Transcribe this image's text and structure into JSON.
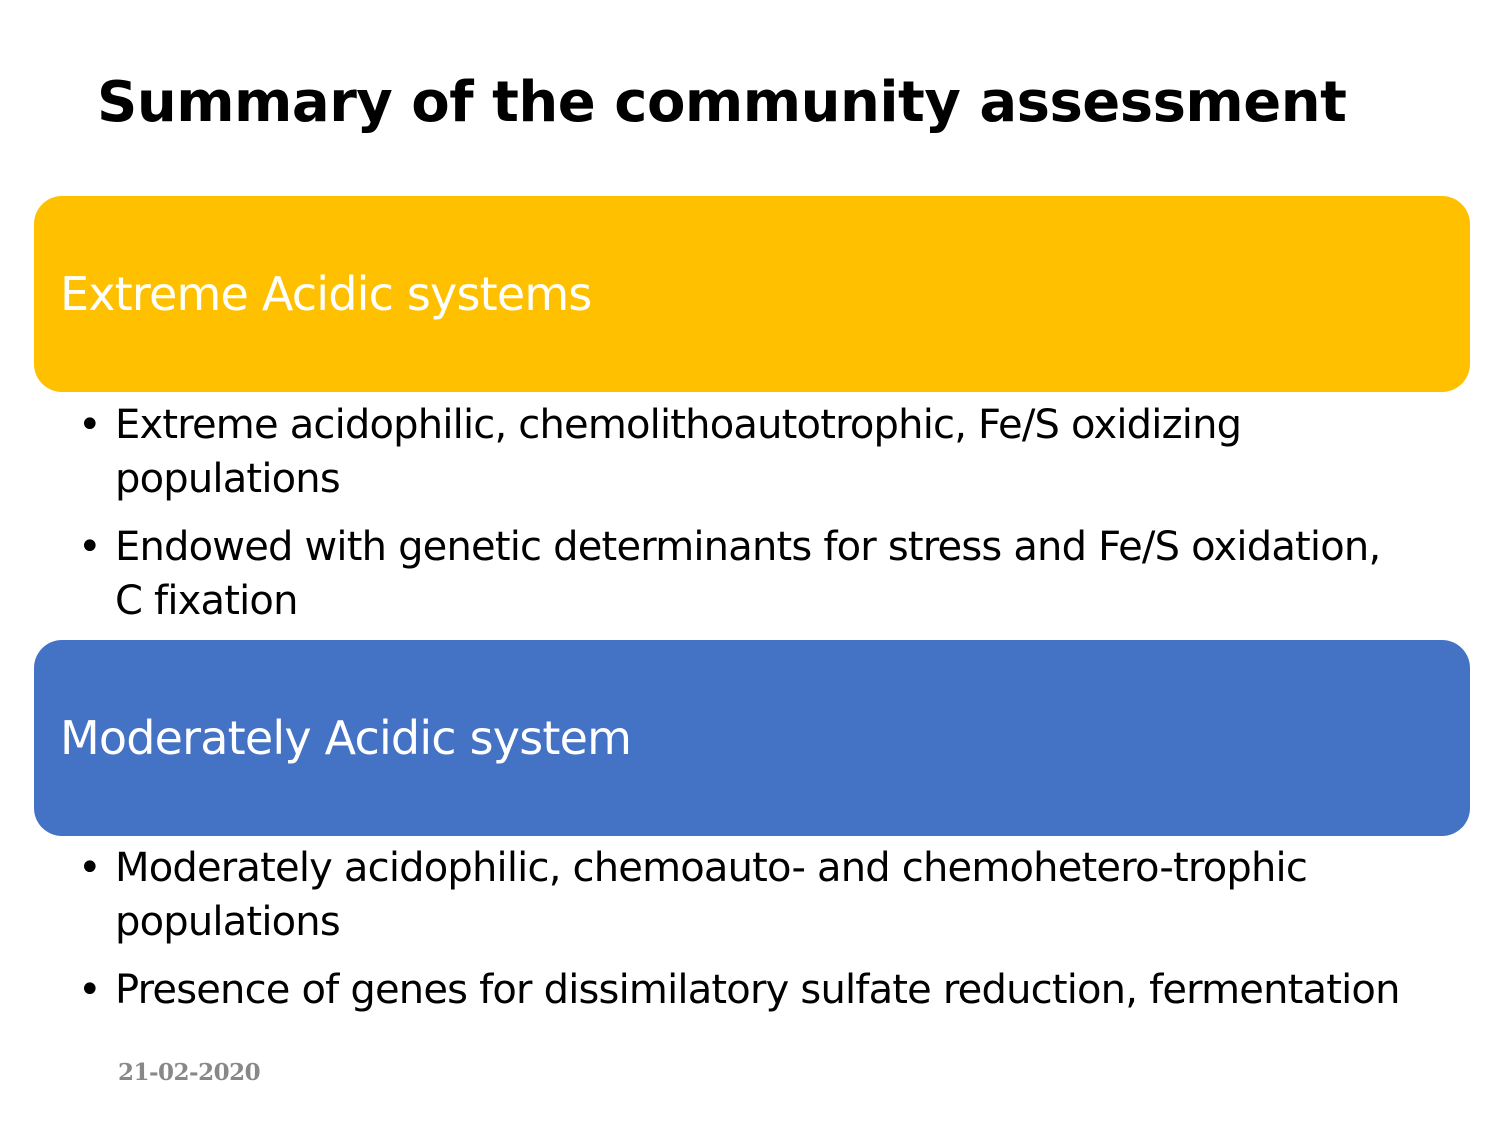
{
  "slide": {
    "title": "Summary of the community assessment",
    "sections": [
      {
        "heading": "Extreme Acidic systems",
        "color": "#FFC000",
        "bullets": [
          "Extreme acidophilic, chemolithoautotrophic, Fe/S oxidizing populations",
          "Endowed with genetic determinants for stress and Fe/S oxidation, C fixation"
        ]
      },
      {
        "heading": "Moderately Acidic system",
        "color": "#4472C4",
        "bullets": [
          "Moderately acidophilic, chemoauto- and chemohetero-trophic populations",
          "Presence of genes for dissimilatory sulfate reduction, fermentation"
        ]
      }
    ],
    "date": "21-02-2020"
  }
}
